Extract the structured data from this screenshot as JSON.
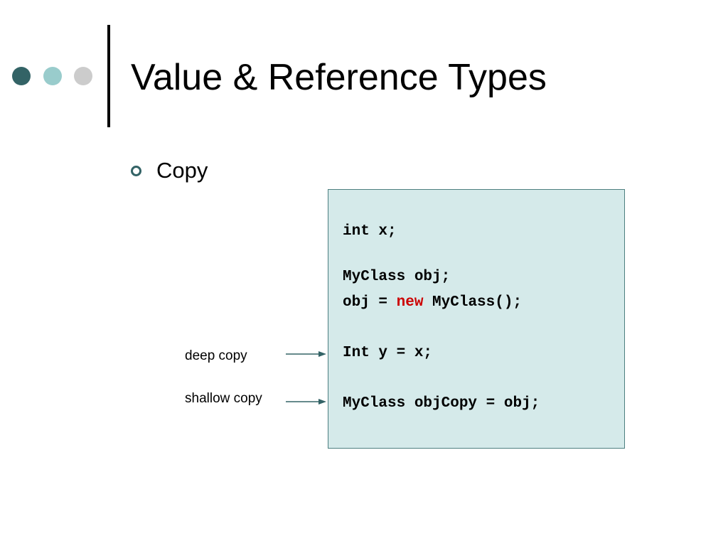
{
  "slide": {
    "title": "Value & Reference Types",
    "bullet": "Copy"
  },
  "code": {
    "line1": "int x;",
    "line2": "MyClass obj;",
    "line3_pre": "obj = ",
    "line3_kw": "new",
    "line3_post": " MyClass();",
    "line4": "Int y = x;",
    "line5": "MyClass objCopy = obj;"
  },
  "annotations": {
    "deep": "deep copy",
    "shallow": "shallow copy"
  },
  "colors": {
    "accent_dark": "#336366",
    "accent_light": "#99cccc",
    "accent_gray": "#cccccc",
    "code_bg": "#d5eaea",
    "keyword": "#cc0000"
  }
}
